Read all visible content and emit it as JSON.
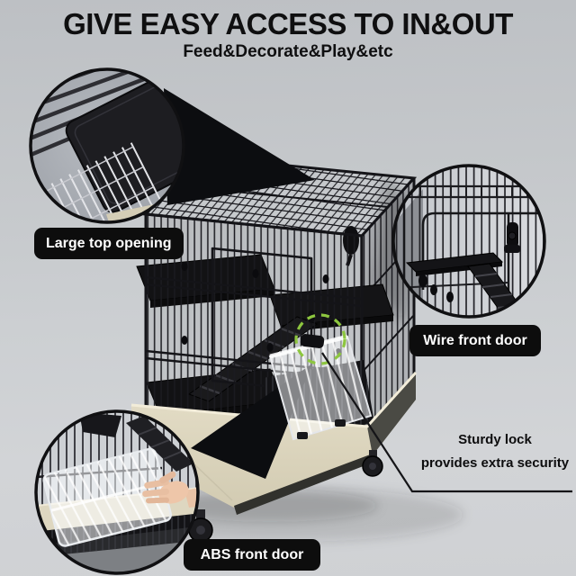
{
  "header": {
    "title": "GIVE EASY ACCESS TO IN&OUT",
    "subtitle": "Feed&Decorate&Play&etc"
  },
  "callouts": {
    "top_opening": {
      "label": "Large top opening"
    },
    "wire_front_door": {
      "label": "Wire front door"
    },
    "abs_front_door": {
      "label": "ABS front door"
    },
    "sturdy_lock": {
      "line1": "Sturdy lock",
      "line2": "provides extra security"
    }
  },
  "colors": {
    "background_top": "#bdc0c4",
    "background_bottom": "#d2d4d7",
    "label_bg": "#0d0d0d",
    "label_text": "#ffffff",
    "title_text": "#0f0f10",
    "accent_green": "#8dc63f",
    "base_beige": "#ded7c0",
    "skin": "#e9c3a6"
  }
}
